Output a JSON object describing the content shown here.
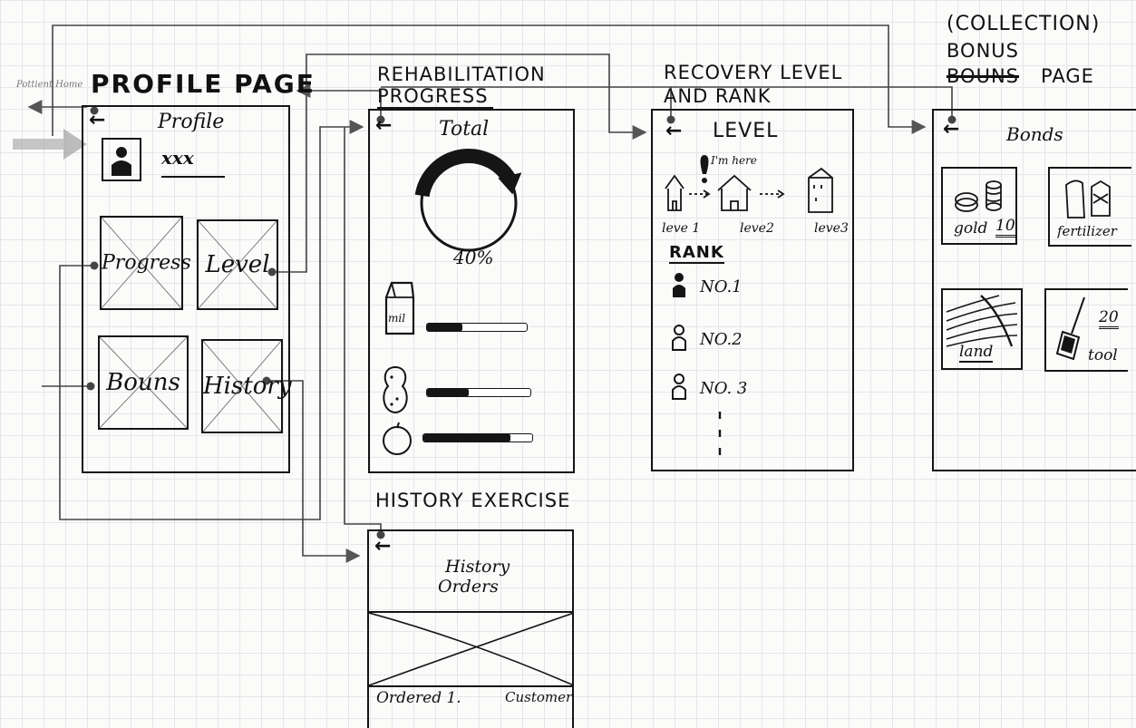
{
  "side_note": "Pottient Home",
  "profile": {
    "heading": "PROFILE PAGE",
    "back": "←",
    "title": "Profile",
    "username": "xxx",
    "buttons": [
      "Progress",
      "Level",
      "Bouns",
      "History"
    ]
  },
  "progress": {
    "heading_line1": "REHABILITATION",
    "heading_line2": "PROGRESS",
    "back": "←",
    "total_label": "Total",
    "total_value": "40%",
    "total_fraction": 0.4,
    "milk_label": "mil",
    "bars": [
      {
        "icon": "milk-carton-icon",
        "fill": 0.35
      },
      {
        "icon": "peanut-icon",
        "fill": 0.4
      },
      {
        "icon": "apple-icon",
        "fill": 0.8
      }
    ]
  },
  "level": {
    "heading_line1": "RECOVERY LEVEL",
    "heading_line2": "AND RANK",
    "back": "←",
    "title": "LEVEL",
    "marker": "I'm here",
    "levels": [
      "leve 1",
      "leve2",
      "leve3"
    ],
    "rank_title": "RANK",
    "ranks": [
      "NO.1",
      "NO.2",
      "NO. 3"
    ]
  },
  "bonus": {
    "heading_line1": "(COLLECTION)",
    "heading_line2": "BONUS",
    "heading_struck": "BOUNS",
    "heading_page": "PAGE",
    "back": "←",
    "title": "Bonds",
    "tiles": [
      {
        "label": "gold",
        "count": "10"
      },
      {
        "label": "fertilizer",
        "count": ""
      },
      {
        "label": "land",
        "count": ""
      },
      {
        "label": "tool",
        "count": "20"
      }
    ]
  },
  "history": {
    "heading": "HISTORY EXERCISE",
    "back": "←",
    "title_line1": "History",
    "title_line2": "Orders",
    "row_left": "Ordered 1.",
    "row_right": "Customer"
  },
  "colors": {
    "ink": "#151515",
    "grid": "#e4e6ea",
    "paper": "#fbfbfa",
    "smudge": "#9a9a9a"
  }
}
